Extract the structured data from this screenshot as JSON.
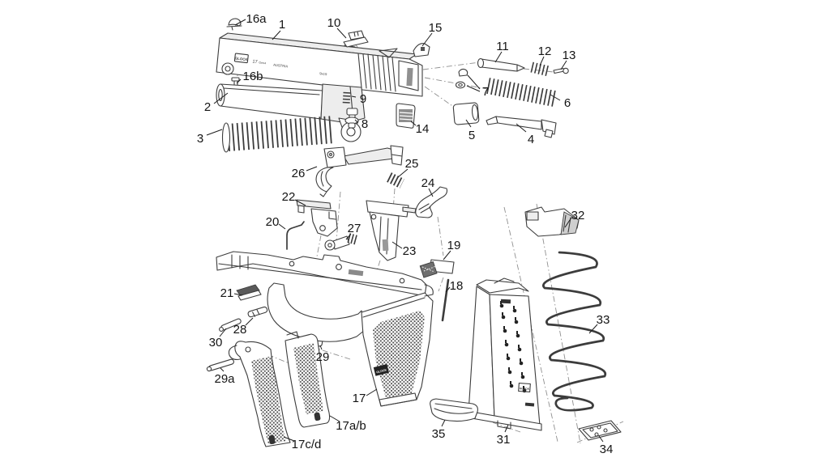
{
  "diagram": {
    "type": "exploded-parts-diagram",
    "colors": {
      "background": "#ffffff",
      "line": "#3c3c3c",
      "label": "#141414"
    },
    "slide_engraving": {
      "brand": "GLOCK",
      "model": "17",
      "generation": "Gen4",
      "origin": "AUSTRIA",
      "caliber": "9x19"
    },
    "grip_marking": {
      "brand": "GLOCK"
    },
    "magazine_marking": {
      "brand": "GLOCK"
    },
    "part_labels": {
      "1": "1",
      "2": "2",
      "3": "3",
      "4": "4",
      "5": "5",
      "6": "6",
      "7": "7",
      "8": "8",
      "9": "9",
      "10": "10",
      "11": "11",
      "12": "12",
      "13": "13",
      "14": "14",
      "15": "15",
      "16a": "16a",
      "16b": "16b",
      "17": "17",
      "17ab": "17a/b",
      "17cd": "17c/d",
      "18": "18",
      "19": "19",
      "20": "20",
      "21": "21",
      "22": "22",
      "23": "23",
      "24": "24",
      "25": "25",
      "26": "26",
      "27": "27",
      "28": "28",
      "29": "29",
      "29a": "29a",
      "30": "30",
      "31": "31",
      "32": "32",
      "33": "33",
      "34": "34",
      "35": "35"
    }
  }
}
